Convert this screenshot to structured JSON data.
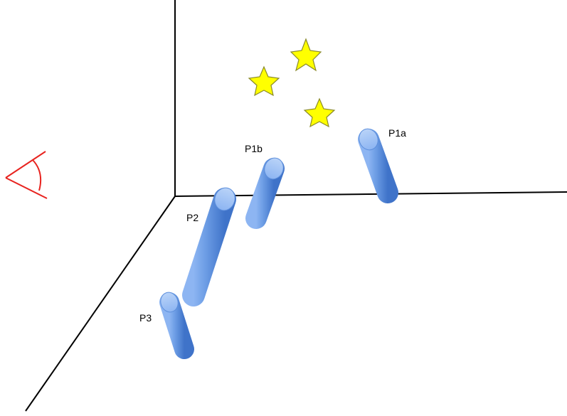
{
  "colors": {
    "background": "#ffffff",
    "axis": "#000000",
    "eye": "#e8231f",
    "cylinder_light": "#a9c8f5",
    "cylinder_mid": "#6f9fe6",
    "cylinder_dark": "#3f73c9",
    "star_fill": "#ffff00",
    "star_stroke": "#8a8a2a"
  },
  "icons": {
    "eye": "eye-icon",
    "star": "star-icon"
  },
  "objects": [
    {
      "id": "p1a",
      "label": "P1a"
    },
    {
      "id": "p1b",
      "label": "P1b"
    },
    {
      "id": "p2",
      "label": "P2"
    },
    {
      "id": "p3",
      "label": "P3"
    }
  ],
  "stars": [
    {
      "id": "star-top"
    },
    {
      "id": "star-left"
    },
    {
      "id": "star-bottom"
    }
  ]
}
